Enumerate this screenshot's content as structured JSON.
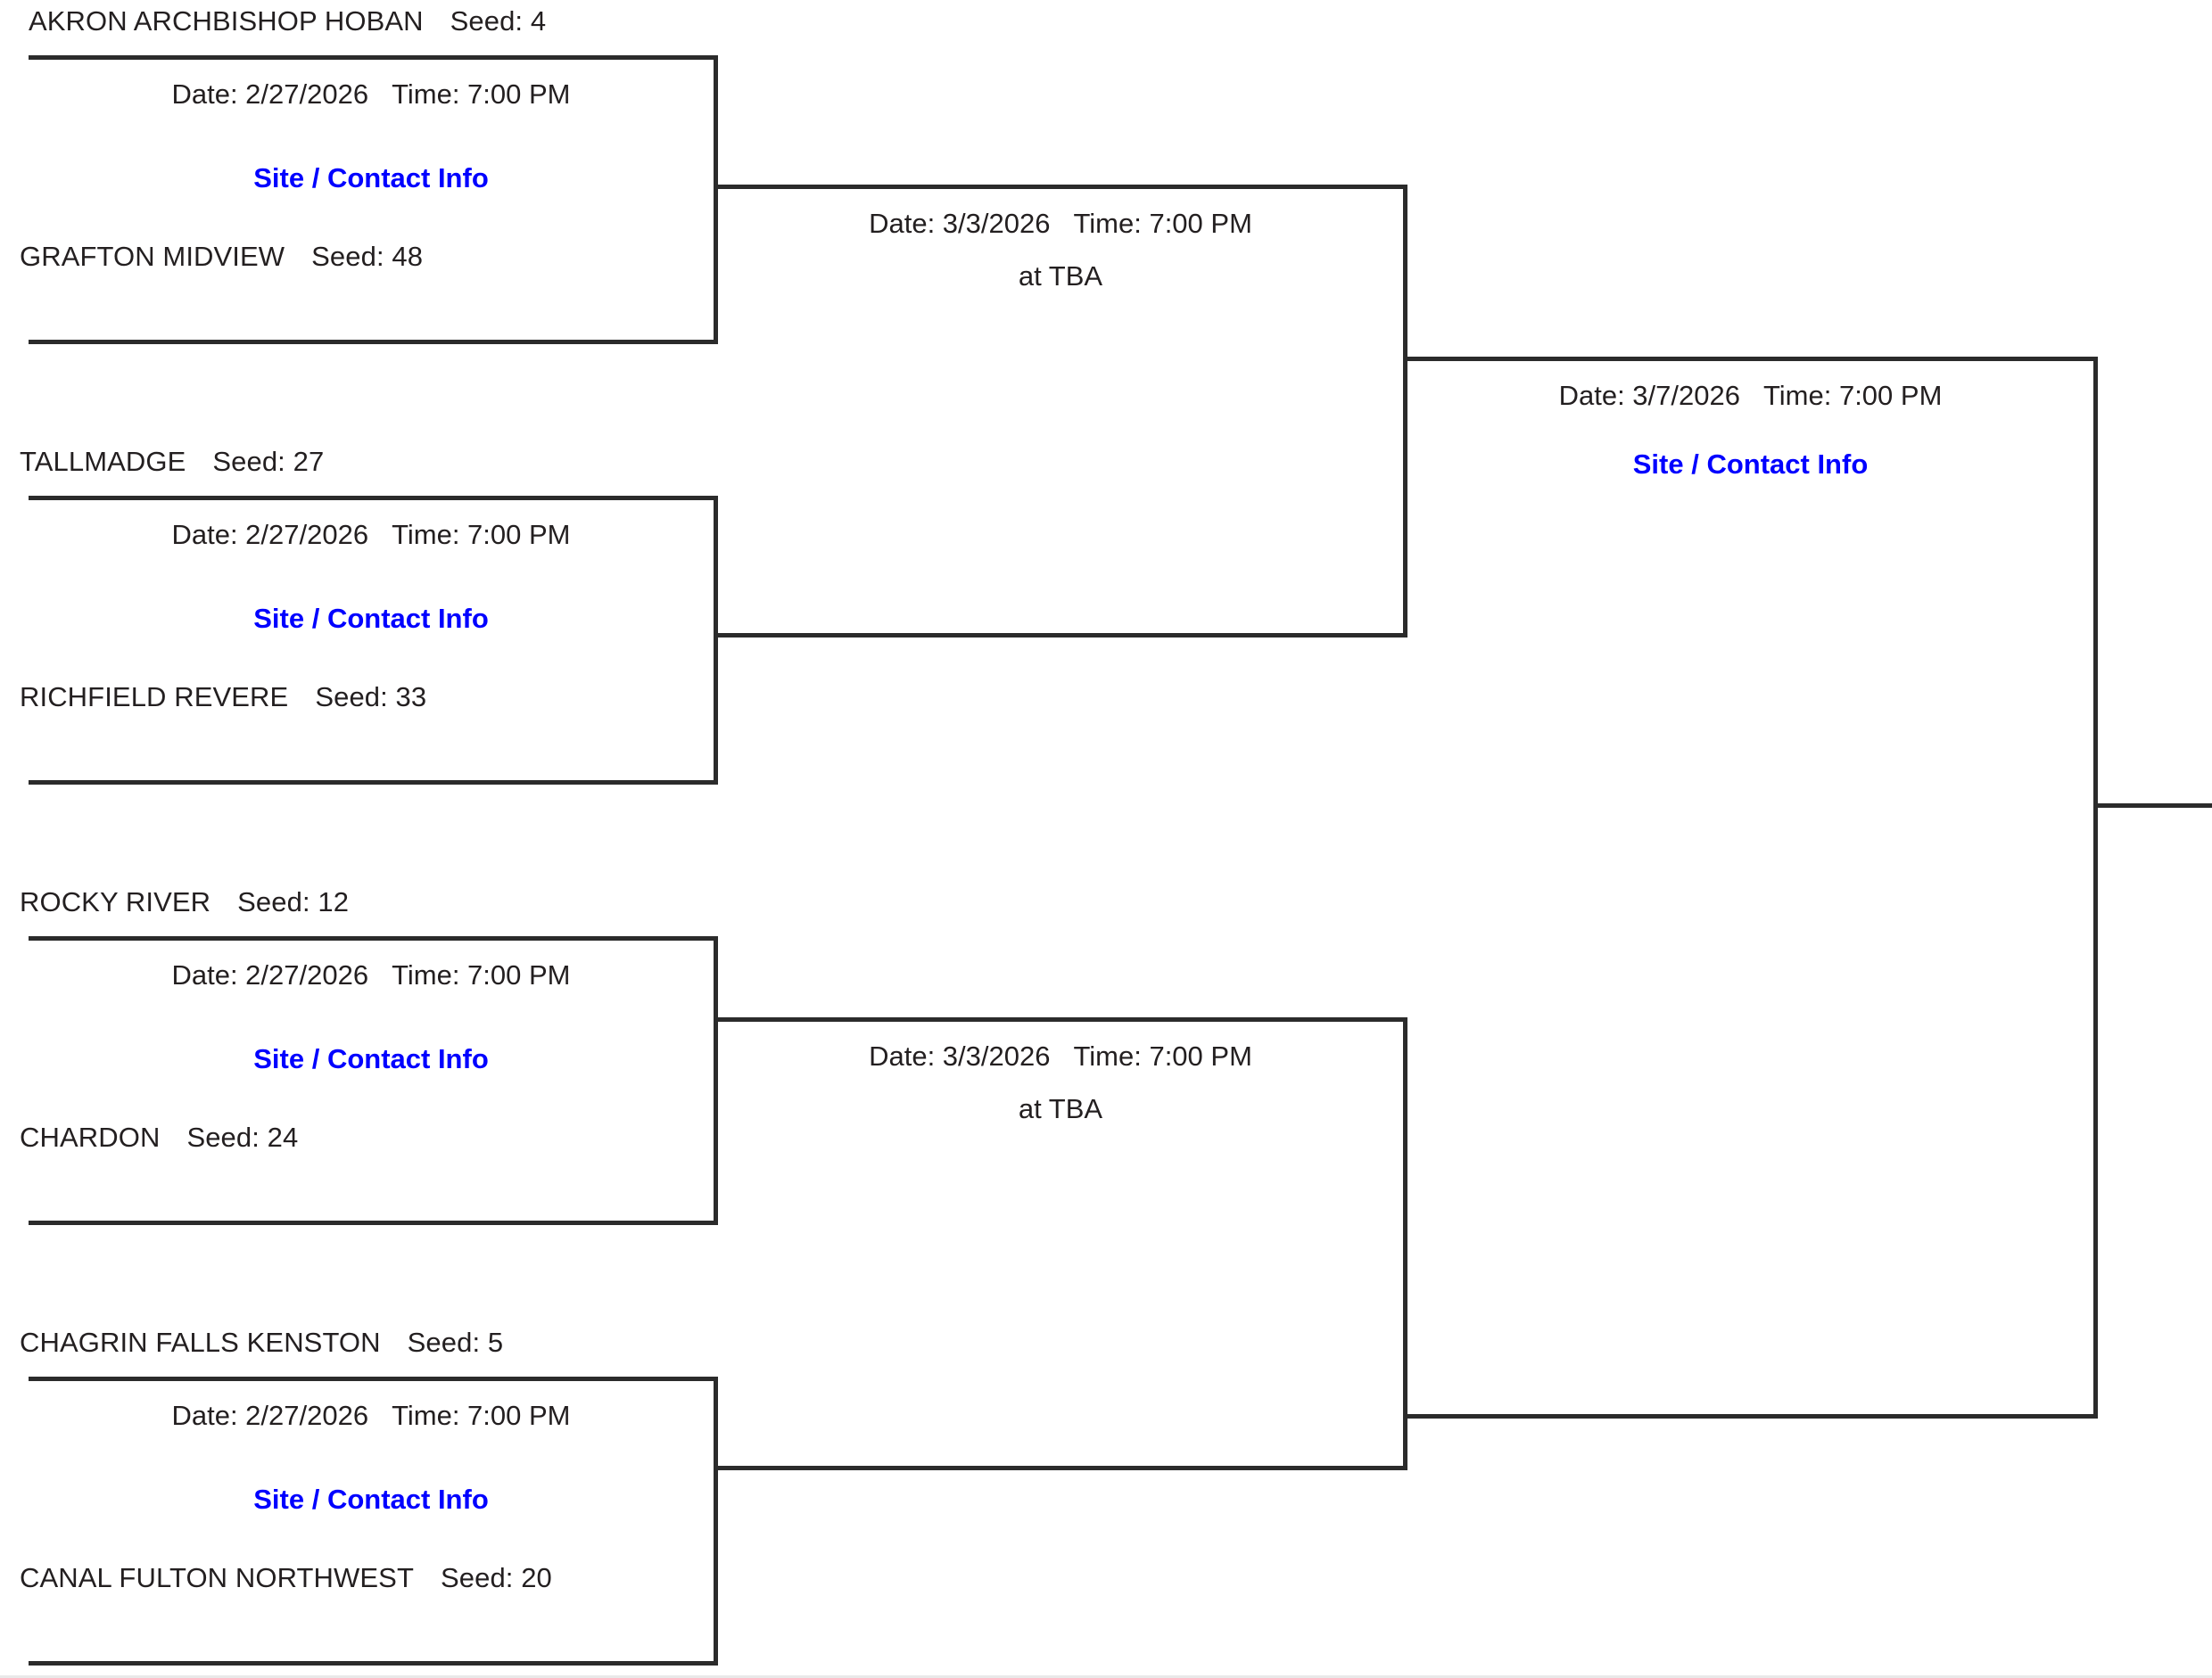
{
  "bracket": {
    "labels": {
      "date_prefix": "Date:",
      "time_prefix": "Time:",
      "seed_prefix": "Seed:",
      "site_link": "Site / Contact Info",
      "at_tba": "at TBA"
    },
    "round1": [
      {
        "top_team": {
          "name": "AKRON ARCHBISHOP HOBAN",
          "seed": "Seed: 4"
        },
        "bottom_team": {
          "name": "GRAFTON MIDVIEW",
          "seed": "Seed: 48"
        },
        "date": "Date: 2/27/2026",
        "time": "Time: 7:00 PM",
        "site_link": "Site / Contact Info"
      },
      {
        "top_team": {
          "name": "TALLMADGE",
          "seed": "Seed: 27"
        },
        "bottom_team": {
          "name": "RICHFIELD REVERE",
          "seed": "Seed: 33"
        },
        "date": "Date: 2/27/2026",
        "time": "Time: 7:00 PM",
        "site_link": "Site / Contact Info"
      },
      {
        "top_team": {
          "name": "ROCKY RIVER",
          "seed": "Seed: 12"
        },
        "bottom_team": {
          "name": "CHARDON",
          "seed": "Seed: 24"
        },
        "date": "Date: 2/27/2026",
        "time": "Time: 7:00 PM",
        "site_link": "Site / Contact Info"
      },
      {
        "top_team": {
          "name": "CHAGRIN FALLS KENSTON",
          "seed": "Seed: 5"
        },
        "bottom_team": {
          "name": "CANAL FULTON NORTHWEST",
          "seed": "Seed: 20"
        },
        "date": "Date: 2/27/2026",
        "time": "Time: 7:00 PM",
        "site_link": "Site / Contact Info"
      }
    ],
    "round2": [
      {
        "date": "Date: 3/3/2026",
        "time": "Time: 7:00 PM",
        "venue": "at TBA"
      },
      {
        "date": "Date: 3/3/2026",
        "time": "Time: 7:00 PM",
        "venue": "at TBA"
      }
    ],
    "round3": [
      {
        "date": "Date: 3/7/2026",
        "time": "Time: 7:00 PM",
        "site_link": "Site / Contact Info"
      }
    ],
    "colors": {
      "line": "#2b2b2b",
      "text": "#231f20",
      "link": "#0000ff"
    }
  }
}
